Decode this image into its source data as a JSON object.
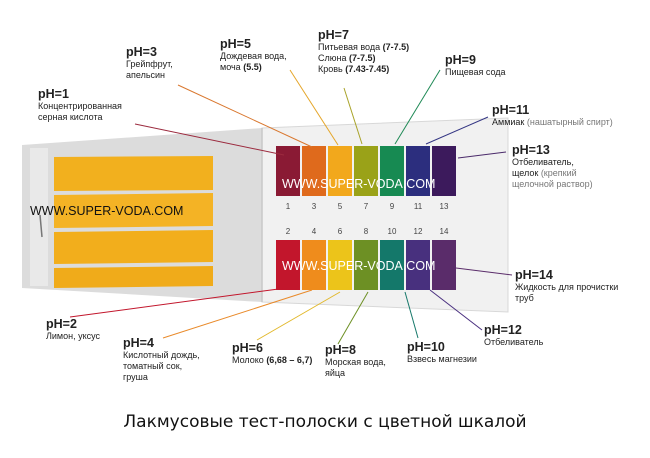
{
  "watermark": "WWW.SUPER-VODA.COM",
  "caption": "Лакмусовые тест-полоски с цветной шкалой",
  "swatch_row_top": [
    {
      "num": "1",
      "color": "#8a1a34"
    },
    {
      "num": "3",
      "color": "#df6a1c"
    },
    {
      "num": "5",
      "color": "#f2a81c"
    },
    {
      "num": "7",
      "color": "#9aa218"
    },
    {
      "num": "9",
      "color": "#178a52"
    },
    {
      "num": "11",
      "color": "#2c2e7e"
    },
    {
      "num": "13",
      "color": "#3c1a5c"
    }
  ],
  "swatch_row_bottom": [
    {
      "num": "2",
      "color": "#c2162c"
    },
    {
      "num": "4",
      "color": "#ef8c1c"
    },
    {
      "num": "6",
      "color": "#ecc41a"
    },
    {
      "num": "8",
      "color": "#6d9024"
    },
    {
      "num": "10",
      "color": "#14786a"
    },
    {
      "num": "12",
      "color": "#48307e"
    },
    {
      "num": "14",
      "color": "#5a2c6a"
    }
  ],
  "labels": {
    "ph1": {
      "title": "pH=1",
      "desc": "Концентрированная\nсерная кислота"
    },
    "ph3": {
      "title": "pH=3",
      "desc": "Грейпфрут,\nапельсин"
    },
    "ph5": {
      "title": "pH=5",
      "desc": "Дождевая вода,\nмоча",
      "extra": " (5.5)"
    },
    "ph7": {
      "title": "pH=7",
      "line1": "Питьевая вода",
      "line1b": " (7-7.5)",
      "line2": "Слюна",
      "line2b": " (7-7.5)",
      "line3": "Кровь",
      "line3b": " (7.43-7.45)"
    },
    "ph9": {
      "title": "pH=9",
      "desc": "Пищевая сода"
    },
    "ph11": {
      "title": "pH=11",
      "desc": "Аммиак",
      "sub": " (нашатырный спирт)"
    },
    "ph13": {
      "title": "pH=13",
      "desc": "Отбеливатель,\nщелок",
      "sub": " (крепкий\nщелочной раствор)"
    },
    "ph14": {
      "title": "pH=14",
      "desc": "Жидкость для прочистки\nтруб"
    },
    "ph12": {
      "title": "pH=12",
      "desc": "Отбеливатель"
    },
    "ph10": {
      "title": "pH=10",
      "desc": "Взвесь магнезии"
    },
    "ph8": {
      "title": "pH=8",
      "desc": "Морская вода,\nяйца"
    },
    "ph6": {
      "title": "pH=6",
      "desc": "Молоко",
      "extra": " (6,68 – 6,7)"
    },
    "ph4": {
      "title": "pH=4",
      "desc": "Кислотный дождь,\nтоматный сок,\nгруша"
    },
    "ph2": {
      "title": "pH=2",
      "desc": "Лимон, уксус"
    }
  }
}
